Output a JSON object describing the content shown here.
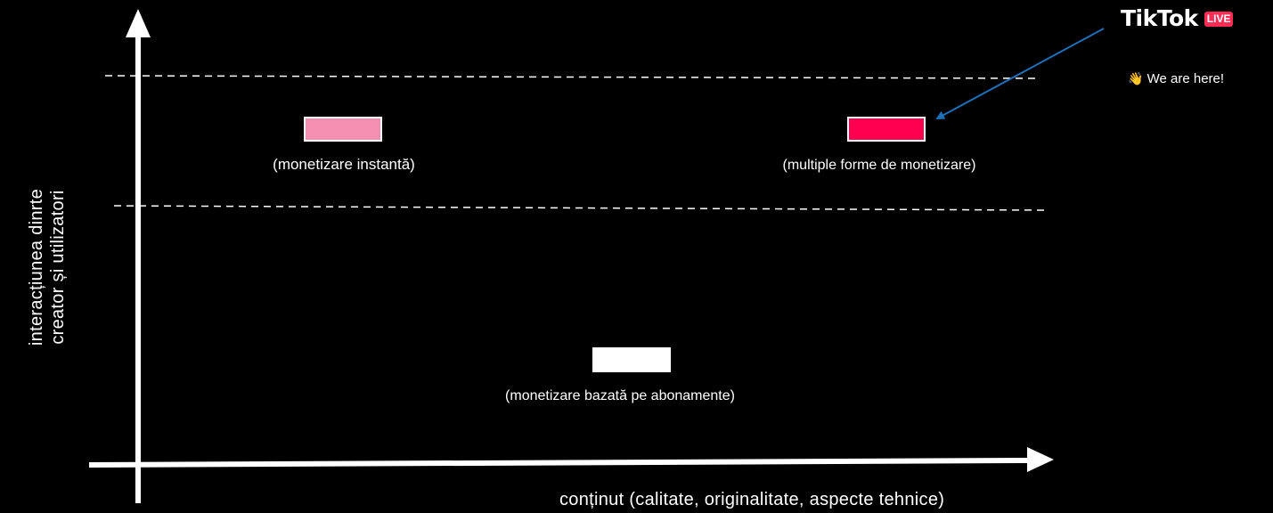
{
  "axes": {
    "y_label_line1": "interacțiunea dinrte",
    "y_label_line2": "creator și utilizatori",
    "x_label": "conținut (calitate, originalitate, aspecte tehnice)"
  },
  "boxes": {
    "instant": {
      "caption": "(monetizare instantă)",
      "color": "#f48fb1"
    },
    "multiple": {
      "caption": "(multiple forme de monetizare)",
      "color": "#ff0050"
    },
    "subscription": {
      "caption": "(monetizare bazată pe abonamente)",
      "color": "#ffffff"
    }
  },
  "logo": {
    "word": "TikTok",
    "badge": "LIVE",
    "badge_color": "#fe2c55"
  },
  "callout": {
    "icon": "waving-hand-icon",
    "text": "We are here!",
    "arrow_color": "#1e6fb8"
  }
}
